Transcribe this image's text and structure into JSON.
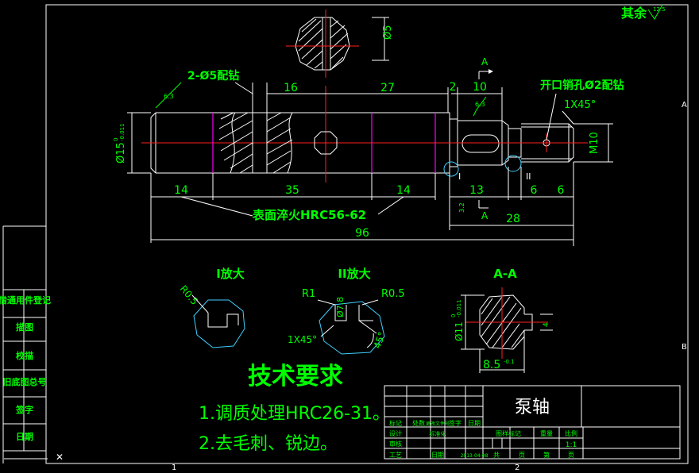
{
  "title_block": {
    "part_name": "泵轴",
    "scale": "1:1",
    "headers": [
      "图样标记",
      "重量",
      "比例"
    ],
    "footer_row": [
      "共",
      "页",
      "第",
      "页"
    ],
    "sign_cells": [
      "标记",
      "处数",
      "更改文件号",
      "签字",
      "日期"
    ],
    "role_cells": [
      "设计",
      "标准化",
      "审核",
      "工艺",
      "日期"
    ],
    "date_value": "2013-04-08"
  },
  "roughness_corner": "其余",
  "roughness_corner_value": "12.5",
  "left_column": [
    "借通用件登记",
    "描图",
    "校描",
    "旧底图总号",
    "签字",
    "日期"
  ],
  "technical_requirements": {
    "heading": "技术要求",
    "items": [
      "1.调质处理HRC26-31。",
      "2.去毛刺、锐边。"
    ]
  },
  "main_view": {
    "dims": {
      "d16": "16",
      "d27": "27",
      "d2": "2",
      "d10": "10",
      "d14a": "14",
      "d35": "35",
      "d14b": "14",
      "d13": "13",
      "d6a": "6",
      "d6b": "6",
      "d28": "28",
      "d96": "96",
      "m10": "M10",
      "dia15": "Ø15",
      "dia15_tol": "-0.011",
      "dia15_tol_up": "0",
      "chamfer": "1X45°",
      "rough_a": "6.3",
      "rough_b": "6.3",
      "rough_c": "3.2"
    },
    "labels": {
      "drill": "2-Ø5配钻",
      "pin_hole": "开口销孔Ø2配钻",
      "hardening": "表面淬火HRC56-62",
      "mark_a_top": "A",
      "mark_a_bottom": "A",
      "mark_i": "I",
      "mark_ii": "II",
      "section_dia": "Ø5"
    }
  },
  "detail_views": {
    "i_title": "I放大",
    "i_radius": "R0.5",
    "ii_title": "II放大",
    "ii_r1": "R1",
    "ii_r05": "R0.5",
    "ii_dia": "Ø7.8",
    "ii_chamfer": "1X45°",
    "ii_angle": "45°",
    "aa_title": "A-A",
    "aa_dia": "Ø11",
    "aa_tol": "-0.011",
    "aa_tol_up": "0",
    "aa_width": "8.5",
    "aa_width_tol": "-0.1",
    "aa_side": "4"
  },
  "frame": {
    "zone_top": "1",
    "zone_mid": "2",
    "zone_a": "A",
    "zone_b": "B"
  }
}
